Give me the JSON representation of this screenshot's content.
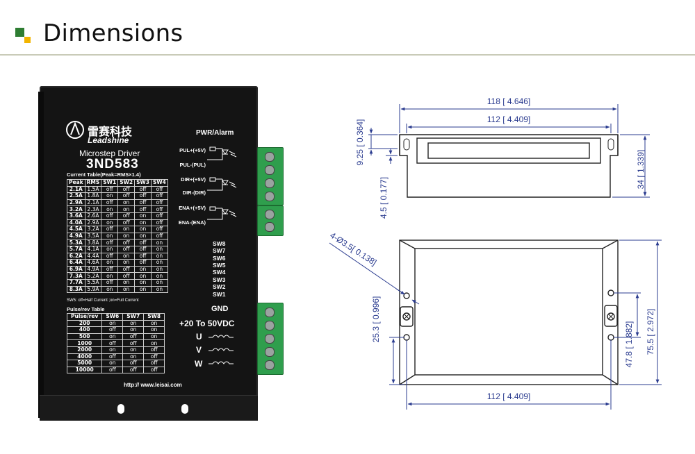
{
  "header": {
    "title": "Dimensions",
    "square_colors": [
      "#2e7d32",
      "#f2b400"
    ]
  },
  "driver": {
    "brand_cn": "雷赛科技",
    "brand_en": "Leadshine",
    "subtitle": "Microstep Driver",
    "model": "3ND583",
    "current_table_title": "Current Table(Peak=RMS×1.4)",
    "current_table_headers": [
      "Peak",
      "RMS",
      "SW1",
      "SW2",
      "SW3",
      "SW4"
    ],
    "current_table_rows": [
      [
        "2.1A",
        "1.5A",
        "off",
        "off",
        "off",
        "off"
      ],
      [
        "2.5A",
        "1.8A",
        "on",
        "off",
        "off",
        "off"
      ],
      [
        "2.9A",
        "2.1A",
        "off",
        "on",
        "off",
        "off"
      ],
      [
        "3.2A",
        "2.3A",
        "on",
        "on",
        "off",
        "off"
      ],
      [
        "3.6A",
        "2.6A",
        "off",
        "off",
        "on",
        "off"
      ],
      [
        "4.0A",
        "2.9A",
        "on",
        "off",
        "on",
        "off"
      ],
      [
        "4.5A",
        "3.2A",
        "off",
        "on",
        "on",
        "off"
      ],
      [
        "4.9A",
        "3.5A",
        "on",
        "on",
        "on",
        "off"
      ],
      [
        "5.3A",
        "3.8A",
        "off",
        "off",
        "off",
        "on"
      ],
      [
        "5.7A",
        "4.1A",
        "on",
        "off",
        "off",
        "on"
      ],
      [
        "6.2A",
        "4.4A",
        "off",
        "on",
        "off",
        "on"
      ],
      [
        "6.4A",
        "4.6A",
        "on",
        "on",
        "off",
        "on"
      ],
      [
        "6.9A",
        "4.9A",
        "off",
        "off",
        "on",
        "on"
      ],
      [
        "7.3A",
        "5.2A",
        "on",
        "off",
        "on",
        "on"
      ],
      [
        "7.7A",
        "5.5A",
        "off",
        "on",
        "on",
        "on"
      ],
      [
        "8.3A",
        "5.9A",
        "on",
        "on",
        "on",
        "on"
      ]
    ],
    "sw5_note": "SW5: off=Half Current ;on=Full Current",
    "pulse_table_title": "Pulse/rev Table",
    "pulse_table_headers": [
      "Pulse/rev",
      "SW6",
      "SW7",
      "SW8"
    ],
    "pulse_table_rows": [
      [
        "200",
        "on",
        "on",
        "on"
      ],
      [
        "400",
        "off",
        "on",
        "on"
      ],
      [
        "500",
        "on",
        "off",
        "on"
      ],
      [
        "1000",
        "off",
        "off",
        "on"
      ],
      [
        "2000",
        "on",
        "on",
        "off"
      ],
      [
        "4000",
        "off",
        "on",
        "off"
      ],
      [
        "5000",
        "on",
        "off",
        "off"
      ],
      [
        "10000",
        "off",
        "off",
        "off"
      ]
    ],
    "pwr_alarm": "PWR/Alarm",
    "signal_labels": [
      "PUL+(+5V)",
      "PUL-(PUL)",
      "DIR+(+5V)",
      "DIR-(DIR)",
      "ENA+(+5V)",
      "ENA-(ENA)"
    ],
    "switch_labels": [
      "SW8",
      "SW7",
      "SW6",
      "SW5",
      "SW4",
      "SW3",
      "SW2",
      "SW1"
    ],
    "gnd": "GND",
    "power": "+20 To 50VDC",
    "phases": [
      "U",
      "V",
      "W"
    ],
    "url": "http:// www.leisai.com",
    "terminal_color": "#2f9e4d"
  },
  "top_view": {
    "dim_overall_width": "118 [ 4.646]",
    "dim_hole_spacing": "112 [ 4.409]",
    "dim_slot_offset": "9.25 [ 0.364]",
    "dim_flange": "4.5 [ 0.177]",
    "dim_height": "34 [ 1.339]"
  },
  "front_view": {
    "dim_holes": "4-Ø3.5[ 0.138]",
    "dim_hole_offset": "25.3 [ 0.996]",
    "dim_hole_pitch": "47.8 [ 1.882]",
    "dim_overall_height": "75.5 [ 2.972]",
    "dim_hole_spacing": "112 [ 4.409]"
  },
  "colors": {
    "dimension": "#2a3b8f",
    "outline": "#222222"
  }
}
